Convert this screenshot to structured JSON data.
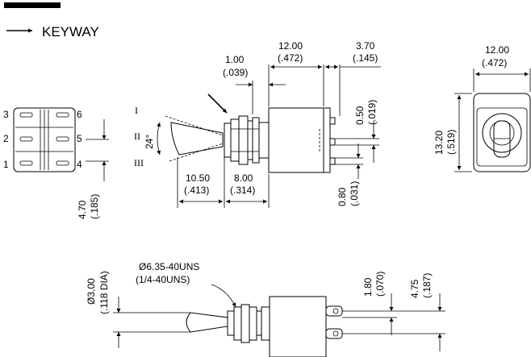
{
  "legend": {
    "keyway_label": "KEYWAY"
  },
  "pins": {
    "p1": "1",
    "p2": "2",
    "p3": "3",
    "p4": "4",
    "p5": "5",
    "p6": "6"
  },
  "positions": {
    "pos1": "I",
    "pos2": "II",
    "pos3": "III",
    "angle": "24°"
  },
  "side_view": {
    "d_100_mm": "1.00",
    "d_100_in": "(.039)",
    "d_1200_mm": "12.00",
    "d_1200_in": "(.472)",
    "d_370_mm": "3.70",
    "d_370_in": "(.145)",
    "d_050_mm": "0.50",
    "d_050_in": "(.019)",
    "d_080_mm": "0.80",
    "d_080_in": "(.031)",
    "d_1050_mm": "10.50",
    "d_1050_in": "(.413)",
    "d_800_mm": "8.00",
    "d_800_in": "(.314)"
  },
  "end_view": {
    "d_470_mm": "4.70",
    "d_470_in": "(.185)"
  },
  "front_view": {
    "d_1200_mm": "12.00",
    "d_1200_in": "(.472)",
    "d_1320_mm": "13.20",
    "d_1320_in": "(.519)"
  },
  "bottom_view": {
    "dia_mm": "Ø3.00",
    "dia_in": "(.118 DIA)",
    "thread_mm": "Ø6.35-40UNS",
    "thread_in": "(1/4-40UNS)",
    "d_180_mm": "1.80",
    "d_180_in": "(.070)",
    "d_475_mm": "4.75",
    "d_475_in": "(.187)"
  }
}
